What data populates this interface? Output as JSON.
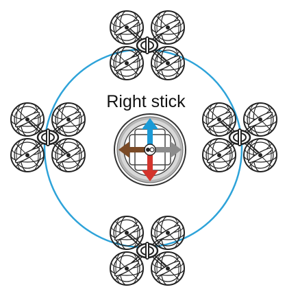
{
  "diagram": {
    "stick_label": "Right stick",
    "orbit_color": "#2ea3d9",
    "arrow_colors": {
      "up": "#1b9ad6",
      "down": "#d3342c",
      "left": "#7a4a26",
      "right": "#8c8c8c"
    },
    "drones": [
      {
        "name": "drone-top",
        "icon": "quadcopter-icon"
      },
      {
        "name": "drone-left",
        "icon": "quadcopter-icon"
      },
      {
        "name": "drone-right",
        "icon": "quadcopter-icon"
      },
      {
        "name": "drone-bottom",
        "icon": "quadcopter-icon"
      }
    ]
  }
}
